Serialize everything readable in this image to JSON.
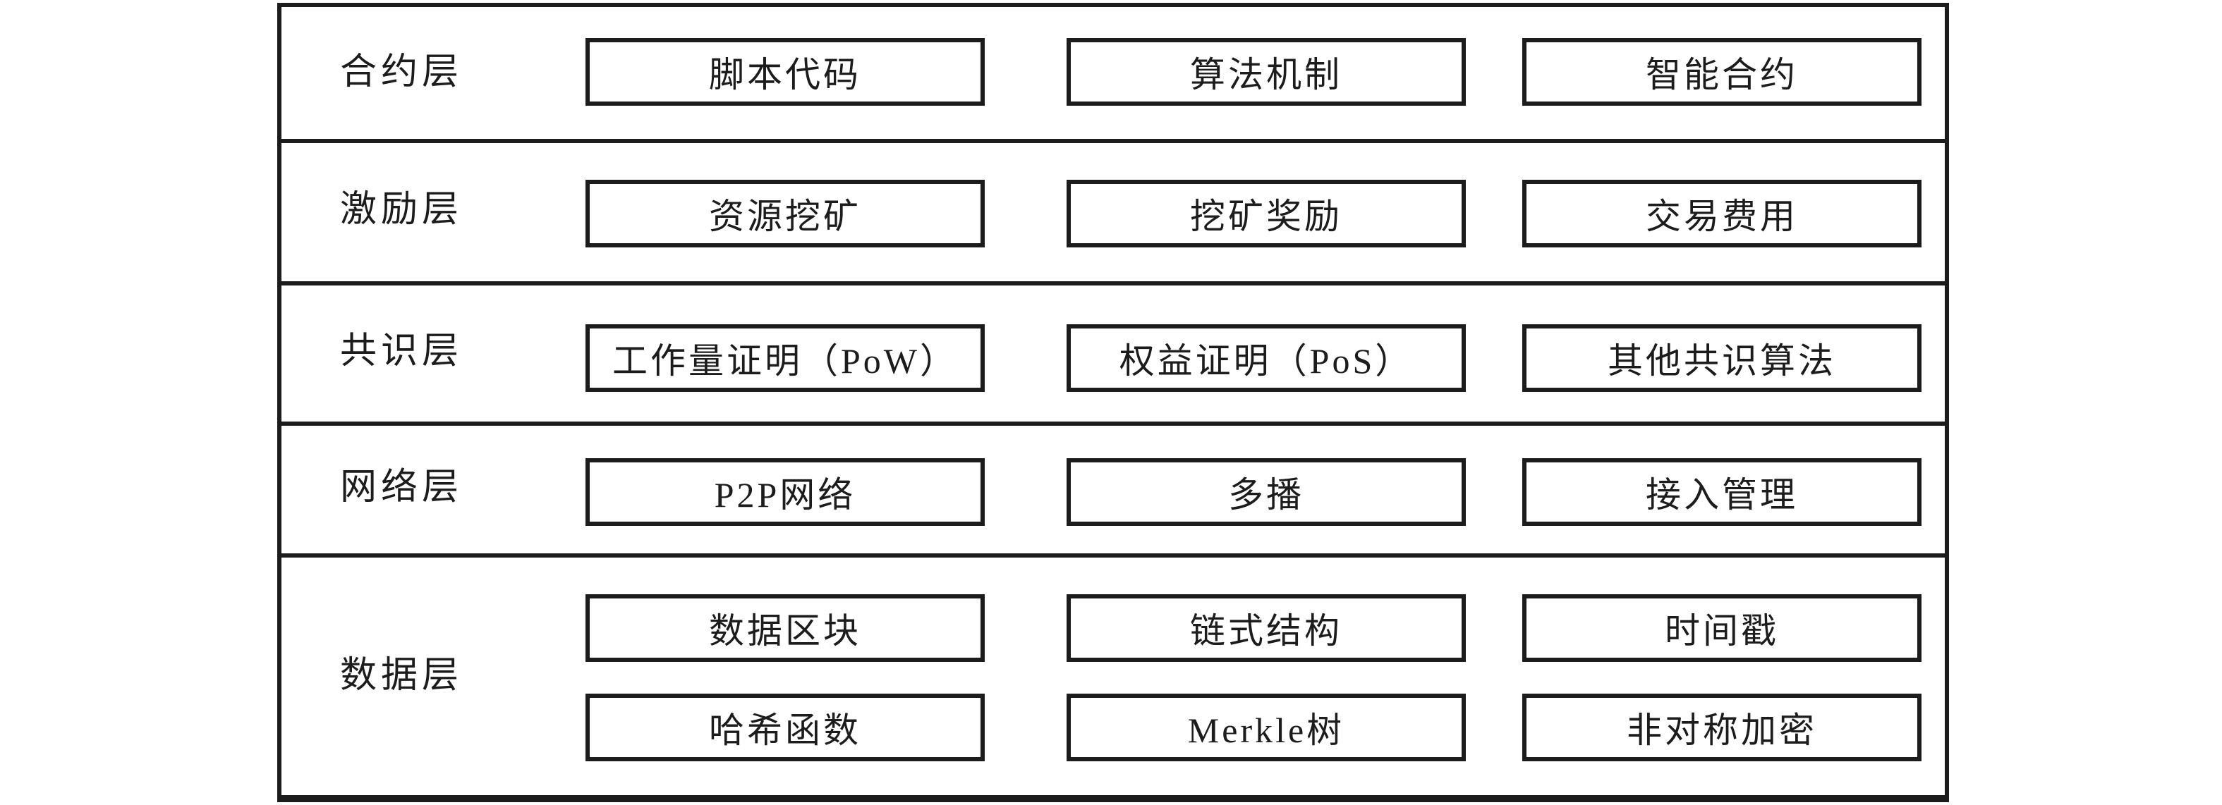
{
  "colors": {
    "ink": "#1c1c1c",
    "background": "#ffffff"
  },
  "layers": [
    {
      "label": "合约层",
      "boxes": [
        "脚本代码",
        "算法机制",
        "智能合约"
      ]
    },
    {
      "label": "激励层",
      "boxes": [
        "资源挖矿",
        "挖矿奖励",
        "交易费用"
      ]
    },
    {
      "label": "共识层",
      "boxes": [
        "工作量证明（PoW）",
        "权益证明（PoS）",
        "其他共识算法"
      ]
    },
    {
      "label": "网络层",
      "boxes": [
        "P2P网络",
        "多播",
        "接入管理"
      ]
    },
    {
      "label": "数据层",
      "box_rows": [
        [
          "数据区块",
          "链式结构",
          "时间戳"
        ],
        [
          "哈希函数",
          "Merkle树",
          "非对称加密"
        ]
      ]
    }
  ]
}
